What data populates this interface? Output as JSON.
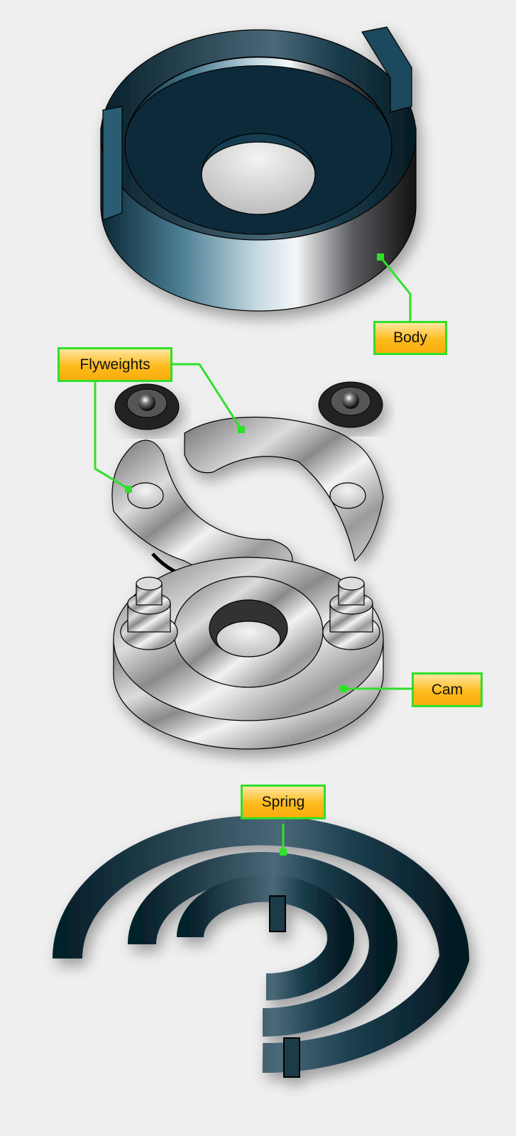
{
  "diagram": {
    "type": "exploded-view",
    "background": "#efefef",
    "colors": {
      "leader_line": "#2fe02a",
      "label_fill": "#fdbb1d",
      "dark_parts": "#0e3646",
      "metal_parts": "#b0b0b0"
    },
    "parts": [
      {
        "id": "body",
        "label": "Body"
      },
      {
        "id": "flyweights",
        "label": "Flyweights"
      },
      {
        "id": "cam",
        "label": "Cam"
      },
      {
        "id": "spring",
        "label": "Spring"
      }
    ]
  }
}
